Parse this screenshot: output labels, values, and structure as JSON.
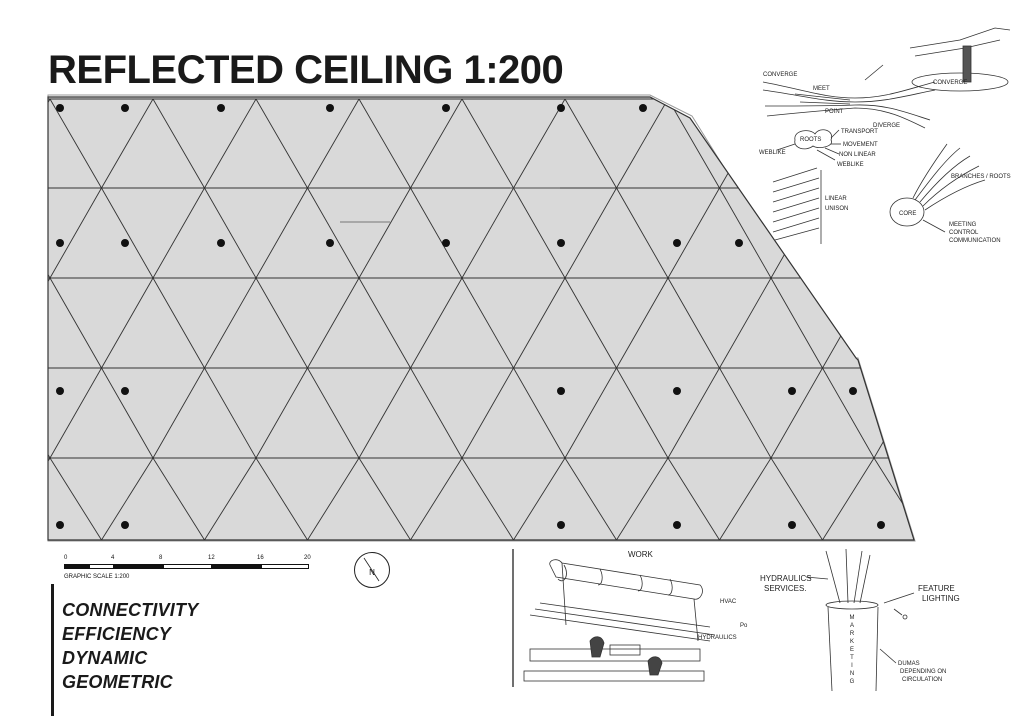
{
  "drawing": {
    "title": "REFLECTED CEILING 1:200"
  },
  "scale_bar": {
    "ticks": [
      "0",
      "4",
      "8",
      "12",
      "16",
      "20"
    ],
    "caption": "GRAPHIC SCALE 1:200"
  },
  "north_arrow": {
    "letter": "N"
  },
  "concepts": [
    "CONNECTIVITY",
    "EFFICIENCY",
    "DYNAMIC",
    "GEOMETRIC"
  ],
  "sketch_notes": {
    "converge": "CONVERGE",
    "meet": "MEET",
    "point": "POINT",
    "diverge": "DIVERGE",
    "roots": "ROOTS",
    "transport": "TRANSPORT",
    "movement": "MOVEMENT",
    "non_linear": "NON LINEAR",
    "weblike": "WEBLIKE",
    "linear": "LINEAR",
    "unison": "UNISON",
    "branches_roots": "BRANCHES / ROOTS",
    "core": "CORE",
    "meeting": "MEETING",
    "control": "CONTROL",
    "communication": "COMMUNICATION",
    "work": "WORK",
    "hvac": "HVAC",
    "po": "Po",
    "hydraulics": "HYDRAULICS",
    "hydraulics_services_1": "HYDRAULICS",
    "hydraulics_services_2": "SERVICES.",
    "feature_lighting_1": "FEATURE",
    "feature_lighting_2": "LIGHTING",
    "column_word": "MARKETING",
    "dumas_1": "DUMAS",
    "dumas_2": "DEPENDING ON",
    "dumas_3": "CIRCULATION"
  }
}
